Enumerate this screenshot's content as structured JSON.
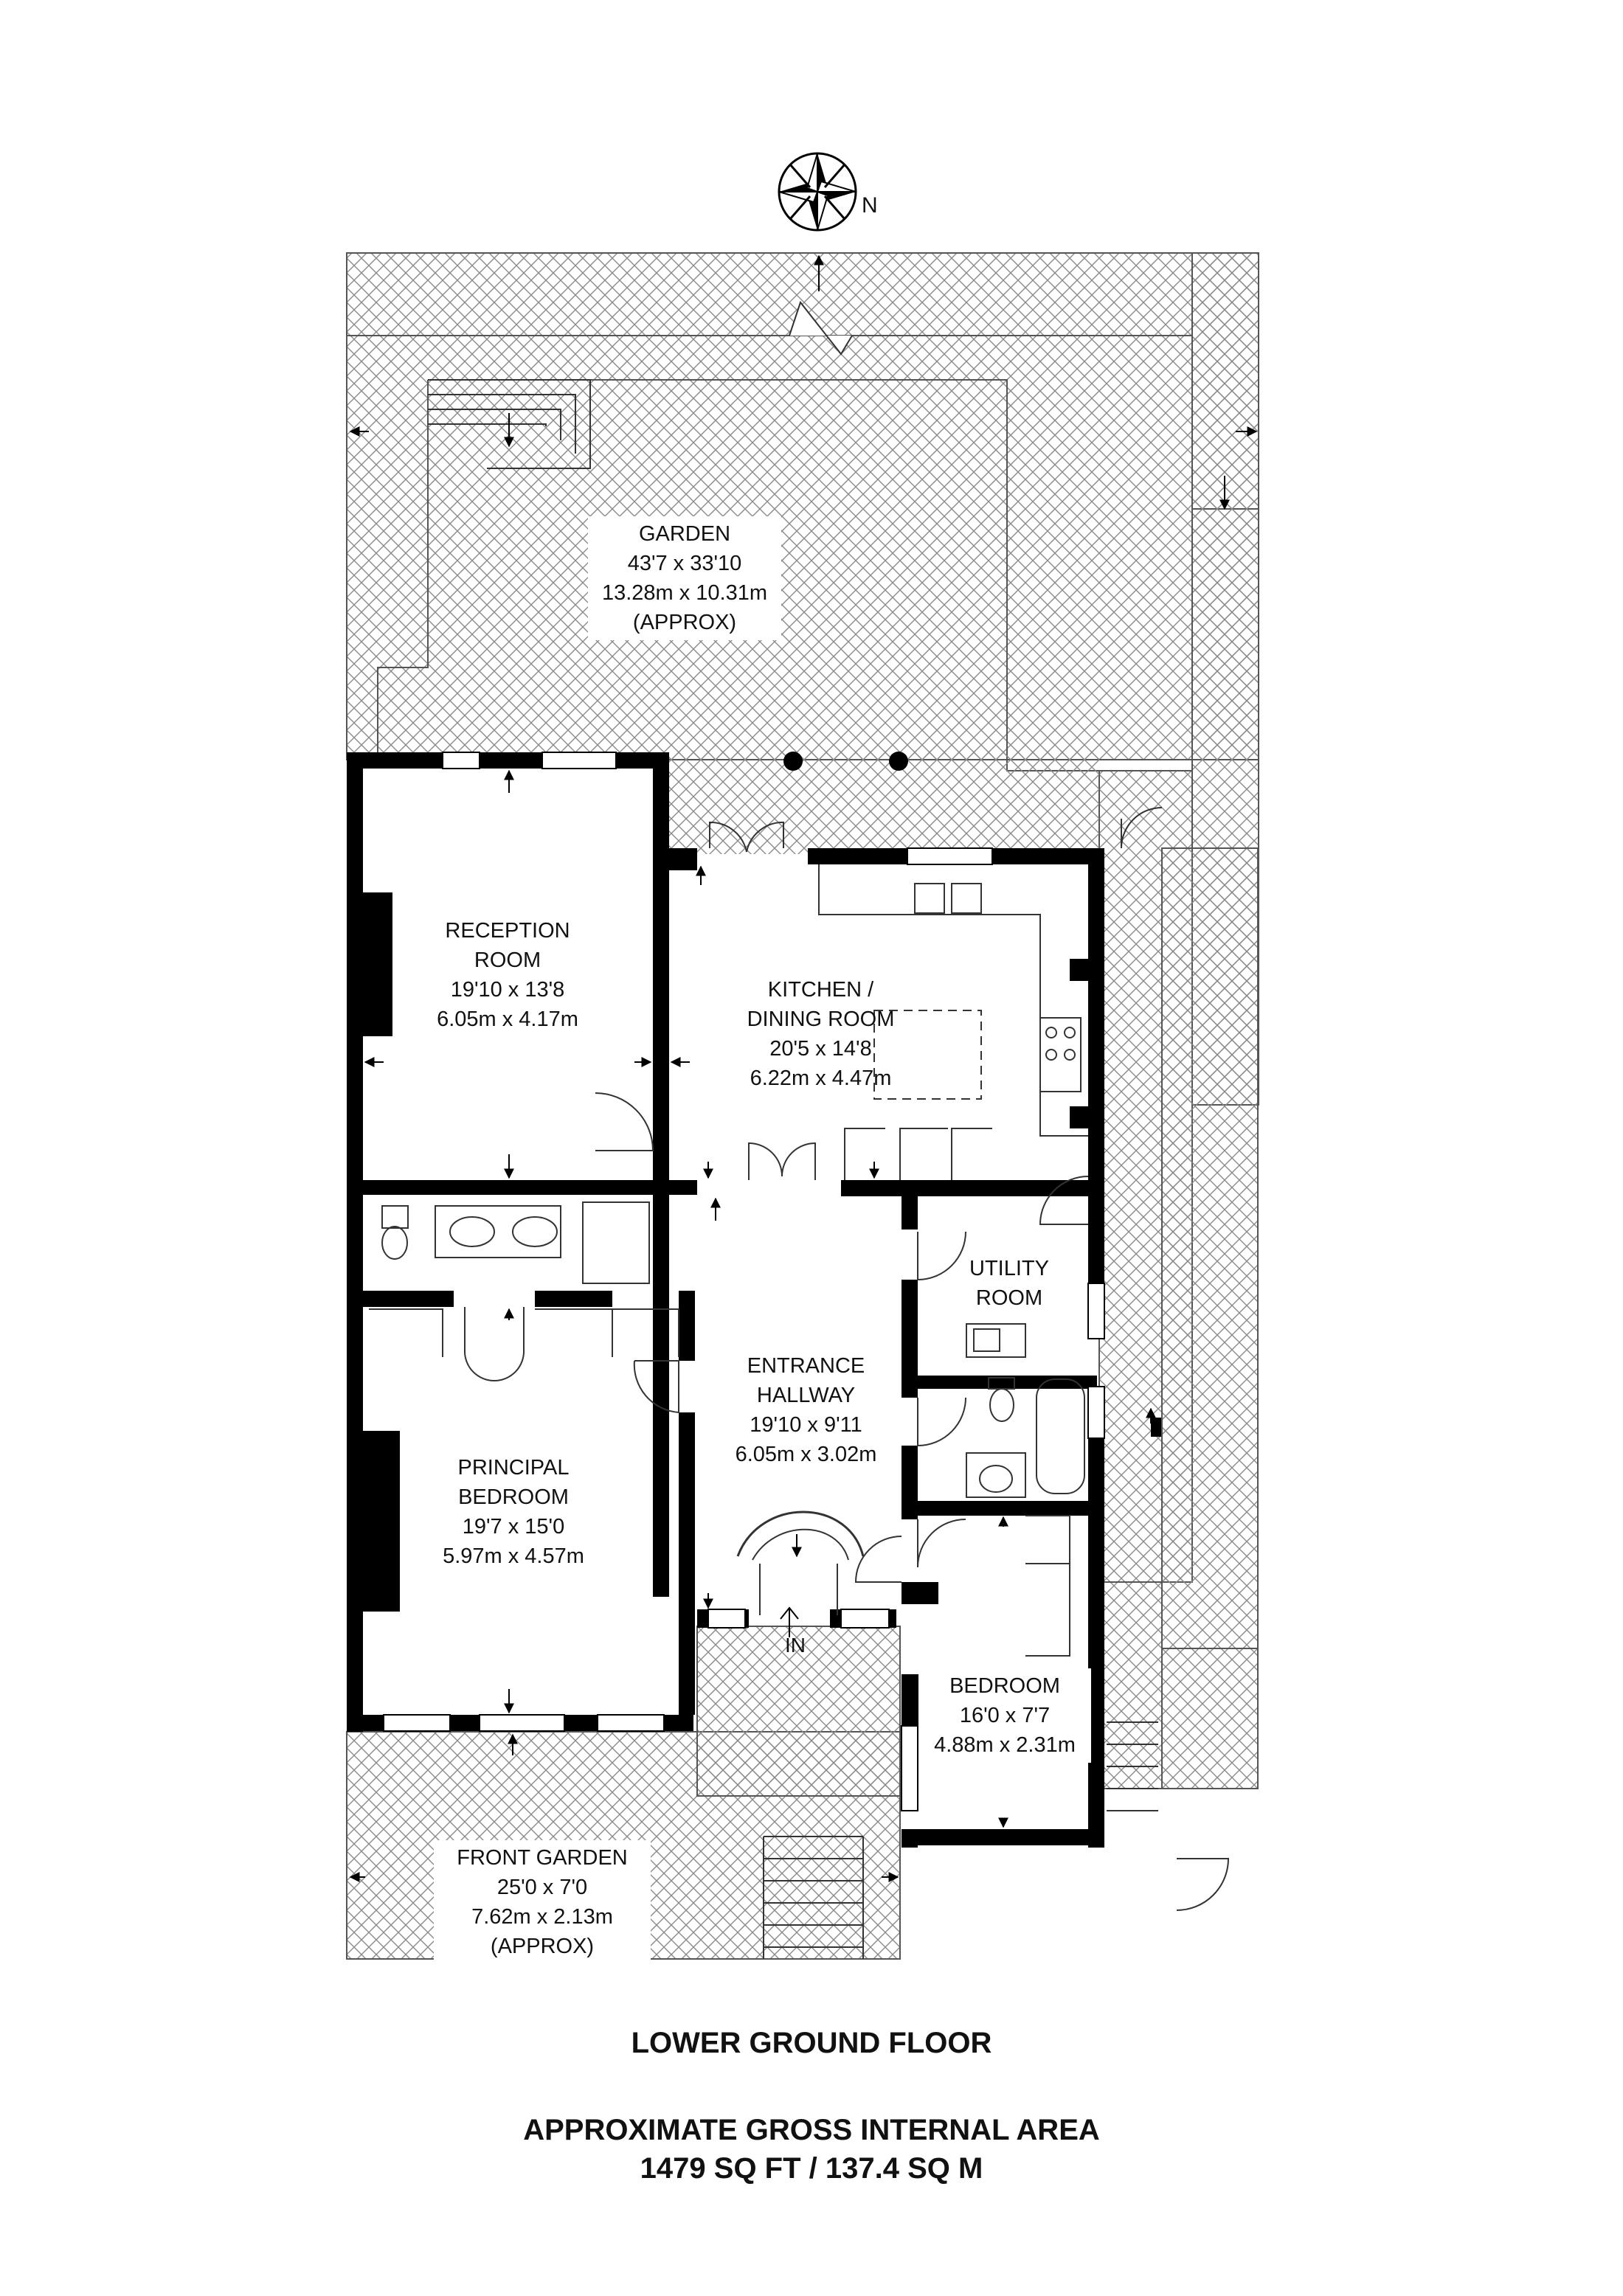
{
  "compass": {
    "label": "N"
  },
  "rooms": {
    "garden": {
      "name": "GARDEN",
      "imperial": "43'7 x 33'10",
      "metric": "13.28m x 10.31m",
      "note": "(APPROX)"
    },
    "reception": {
      "name_line1": "RECEPTION",
      "name_line2": "ROOM",
      "imperial": "19'10 x 13'8",
      "metric": "6.05m x 4.17m"
    },
    "kitchen": {
      "name_line1": "KITCHEN /",
      "name_line2": "DINING ROOM",
      "imperial": "20'5 x 14'8",
      "metric": "6.22m x 4.47m"
    },
    "utility": {
      "name_line1": "UTILITY",
      "name_line2": "ROOM"
    },
    "hallway": {
      "name_line1": "ENTRANCE",
      "name_line2": "HALLWAY",
      "imperial": "19'10 x 9'11",
      "metric": "6.05m x 3.02m"
    },
    "principal": {
      "name_line1": "PRINCIPAL",
      "name_line2": "BEDROOM",
      "imperial": "19'7 x 15'0",
      "metric": "5.97m x 4.57m"
    },
    "bedroom": {
      "name": "BEDROOM",
      "imperial": "16'0 x 7'7",
      "metric": "4.88m x 2.31m"
    },
    "front_garden": {
      "name": "FRONT GARDEN",
      "imperial": "25'0 x 7'0",
      "metric": "7.62m x 2.13m",
      "note": "(APPROX)"
    }
  },
  "entrance": {
    "label": "IN"
  },
  "floor_title": "LOWER GROUND FLOOR",
  "area": {
    "title": "APPROXIMATE GROSS INTERNAL AREA",
    "value": "1479 SQ FT / 137.4 SQ M"
  }
}
